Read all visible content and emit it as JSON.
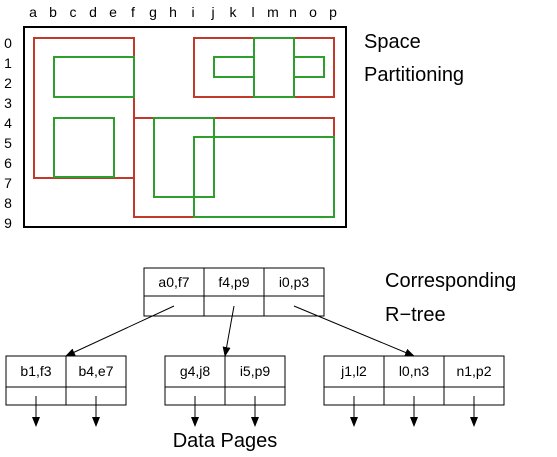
{
  "space_title_line1": "Space",
  "space_title_line2": "Partitioning",
  "column_letters": [
    "a",
    "b",
    "c",
    "d",
    "e",
    "f",
    "g",
    "h",
    "i",
    "j",
    "k",
    "l",
    "m",
    "n",
    "o",
    "p"
  ],
  "row_numbers": [
    "0",
    "1",
    "2",
    "3",
    "4",
    "5",
    "6",
    "7",
    "8",
    "9"
  ],
  "rtree_title_line1": "Corresponding",
  "rtree_title_line2": "R−tree",
  "root_entries": [
    "a0,f7",
    "f4,p9",
    "i0,p3"
  ],
  "left_leaf_entries": [
    "b1,f3",
    "b4,e7"
  ],
  "middle_leaf_entries": [
    "g4,j8",
    "i5,p9"
  ],
  "right_leaf_entries": [
    "j1,l2",
    "l0,n3",
    "n1,p2"
  ],
  "data_pages_label": "Data Pages",
  "colors": {
    "outer_rect": "#c0392b",
    "inner_rect": "#2e9e2e",
    "line": "#000000"
  }
}
